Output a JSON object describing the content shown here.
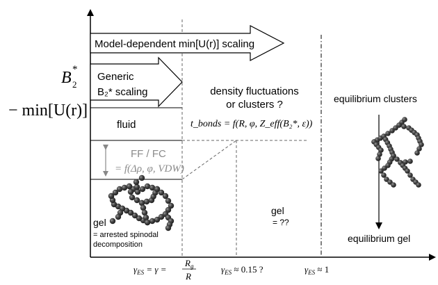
{
  "y_axis_label": {
    "b2": "B",
    "b2_sub": "2",
    "b2_sup": "*",
    "minU": "− min[U(r)]"
  },
  "arrows": {
    "top": "Model-dependent min[U(r)] scaling",
    "generic_line1": "Generic",
    "generic_line2": "B₂* scaling"
  },
  "regions": {
    "fluid": "fluid",
    "ff_fc": "FF / FC",
    "ff_fc_formula": "= f(Δρ, φ, VDW)",
    "gel_left": "gel",
    "gel_left_desc1": "= arrested spinodal",
    "gel_left_desc2": "decomposition",
    "density_line1": "density fluctuations",
    "density_line2": "or clusters ?",
    "t_bonds": "t_bonds = f(R, φ, Z_eff(B₂*, ε))",
    "gel_mid": "gel",
    "gel_mid_desc": "= ??",
    "equilibrium_clusters": "equilibrium clusters",
    "equilibrium_gel": "equilibrium gel"
  },
  "x_axis_labels": {
    "gamma1": "γ_ES = γ = R_g / R",
    "gamma2": "γ_ES ≈ 0.15 ?",
    "gamma3": "γ_ES ≈ 1"
  },
  "colors": {
    "lines": "#000000",
    "dashed": "#666666",
    "bead": "#3a3a3a",
    "gray_text": "#8a8a8a"
  }
}
